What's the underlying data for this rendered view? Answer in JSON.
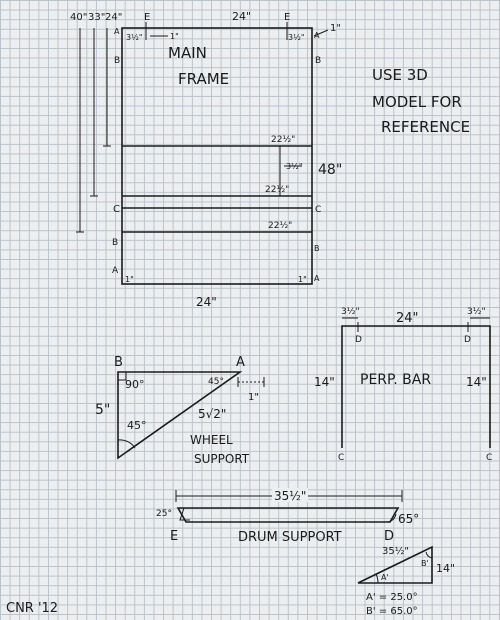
{
  "main_frame": {
    "title_line1": "MAIN",
    "title_line2": "FRAME",
    "left_dim_40": "40\"",
    "left_dim_33": "33\"",
    "left_dim_24": "24\"",
    "top_width": "24\"",
    "bottom_width": "24\"",
    "right_height": "48\"",
    "mark_E_left": "E",
    "mark_E_right": "E",
    "top_left_offset": "3½\"",
    "top_left_1in": "1\"",
    "top_right_offset": "3½\"",
    "top_right_1in": "1\"",
    "crossbar_1": "22½\"",
    "mid_offset": "3½\"",
    "crossbar_2": "22½\"",
    "crossbar_3": "22½\"",
    "bottom_left_1in": "1\"",
    "bottom_right_1in": "1\"",
    "label_A": "A",
    "label_B": "B",
    "label_C": "C"
  },
  "note": {
    "line1": "USE 3D",
    "line2": "MODEL FOR",
    "line3": "REFERENCE"
  },
  "wheel_support": {
    "label_B": "B",
    "label_A": "A",
    "angle_90": "90°",
    "angle_45_top": "45°",
    "angle_45_bottom": "45°",
    "height": "5\"",
    "hyp": "5√2\"",
    "tick_1in": "1\"",
    "title_line1": "WHEEL",
    "title_line2": "SUPPORT"
  },
  "perp_bar": {
    "title": "PERP. BAR",
    "width": "24\"",
    "left_offset": "3½\"",
    "right_offset": "3½\"",
    "left_height": "14\"",
    "right_height": "14\"",
    "label_D_left": "D",
    "label_D_right": "D",
    "label_C_left": "C",
    "label_C_right": "C"
  },
  "drum_support": {
    "length": "35½\"",
    "title": "DRUM SUPPORT",
    "angle_left": "25°",
    "angle_right": "65°",
    "label_E": "E",
    "label_D": "D"
  },
  "triangle_detail": {
    "hyp": "35½\"",
    "side": "14\"",
    "label_A": "A'",
    "label_B": "B'",
    "eq_A": "A' = 25.0°",
    "eq_B": "B' = 65.0°"
  },
  "signature": "CNR '12"
}
